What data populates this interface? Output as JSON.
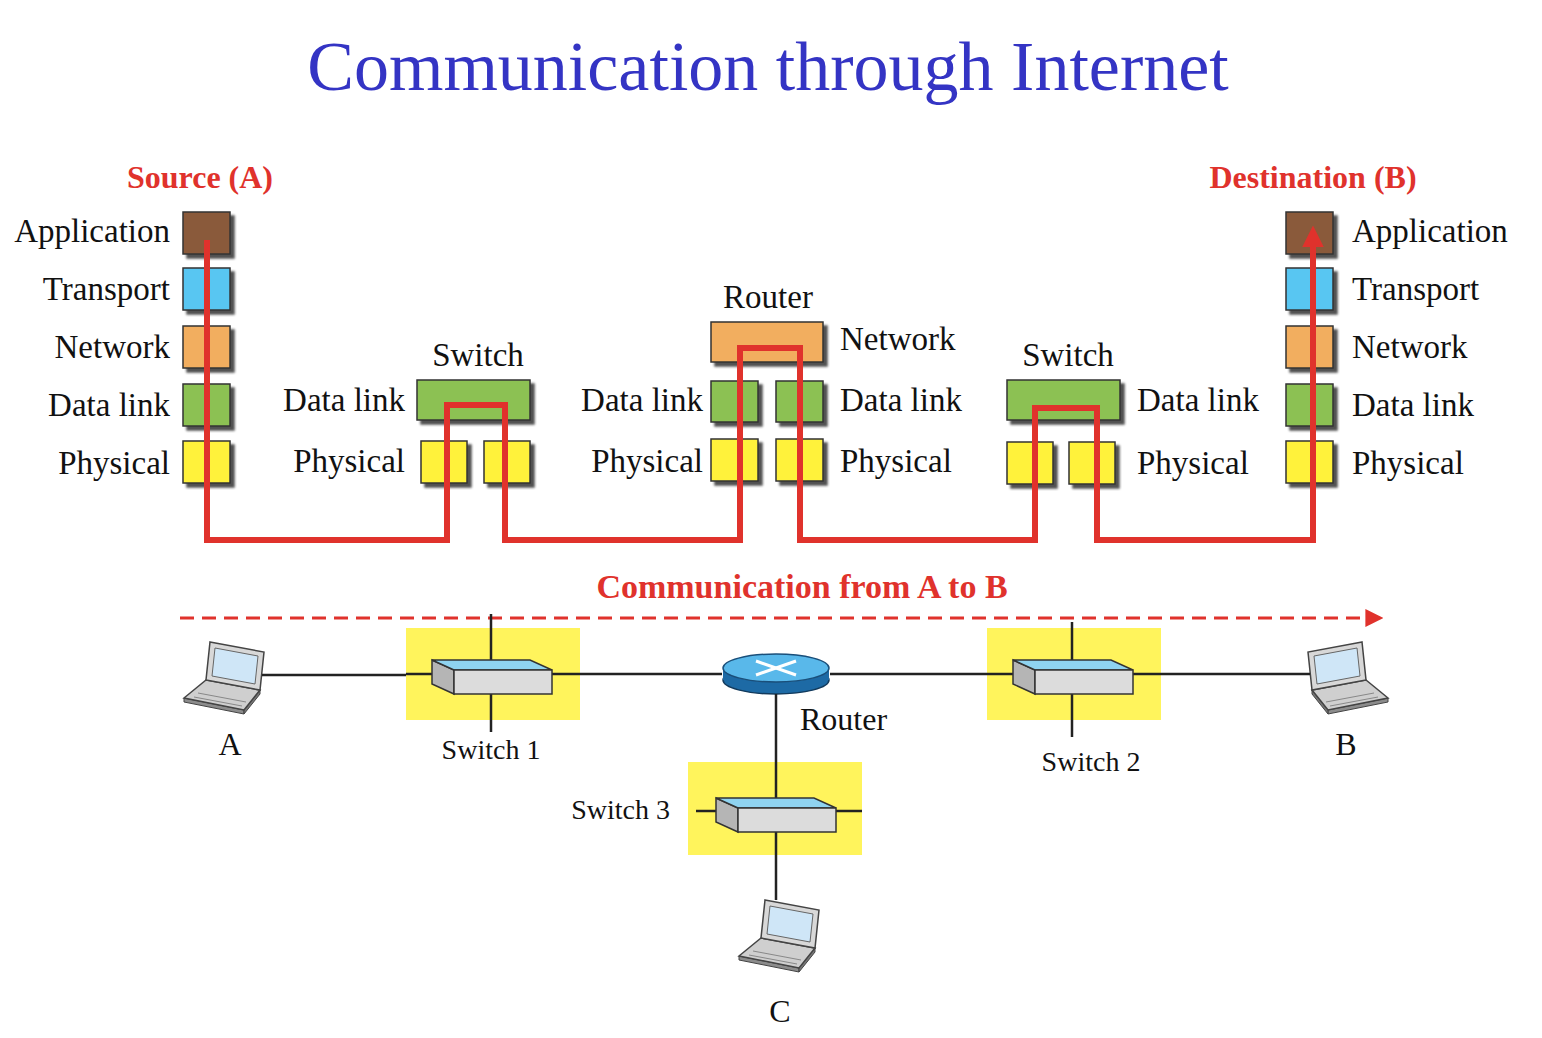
{
  "diagram": {
    "title": "Communication through Internet",
    "nodes": [
      {
        "text": [
          "A"
        ]
      },
      {
        "text": [
          "Switch 1"
        ]
      },
      {
        "text": [
          "Router"
        ]
      },
      {
        "text": [
          "Switch 2"
        ]
      },
      {
        "text": [
          "B"
        ]
      },
      {
        "text": [
          "Switch 3"
        ]
      },
      {
        "text": [
          "C"
        ]
      }
    ],
    "edges": [
      {
        "from": 0,
        "to": 1,
        "arrow": "none"
      },
      {
        "from": 1,
        "to": 2,
        "arrow": "none"
      },
      {
        "from": 2,
        "to": 3,
        "arrow": "none"
      },
      {
        "from": 3,
        "to": 4,
        "arrow": "none"
      },
      {
        "from": 2,
        "to": 5,
        "arrow": "none"
      },
      {
        "from": 5,
        "to": 6,
        "arrow": "none"
      }
    ],
    "labels": [
      "Source (A)",
      "Destination (B)",
      "Application",
      "Transport",
      "Network",
      "Data link",
      "Physical",
      "Switch",
      "Data link",
      "Physical",
      "Router",
      "Network",
      "Data link",
      "Data link",
      "Physical",
      "Physical",
      "Switch",
      "Data link",
      "Physical",
      "Application",
      "Transport",
      "Network",
      "Data link",
      "Physical",
      "Communication from A to B"
    ]
  }
}
